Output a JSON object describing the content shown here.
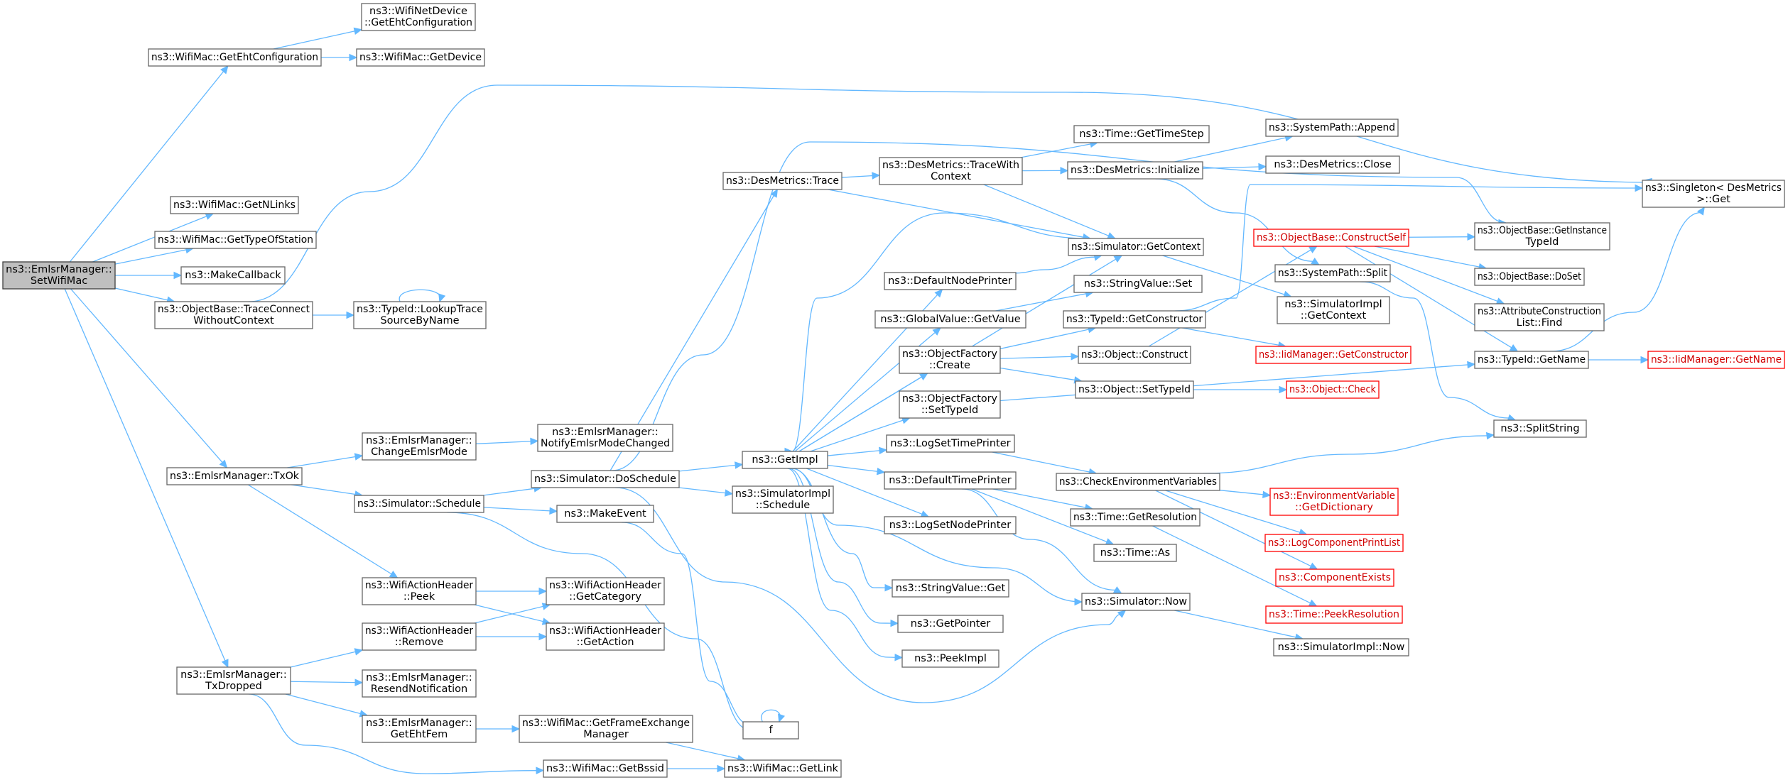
{
  "graph": {
    "nodes": [
      {
        "id": "n0",
        "label": [
          "ns3::EmlsrManager::",
          "SetWifiMac"
        ],
        "style": "root"
      },
      {
        "id": "n1",
        "label": [
          "ns3::WifiMac::GetEhtConfiguration"
        ]
      },
      {
        "id": "n2",
        "label": [
          "ns3::WifiNetDevice",
          "::GetEhtConfiguration"
        ]
      },
      {
        "id": "n3",
        "label": [
          "ns3::WifiMac::GetDevice"
        ]
      },
      {
        "id": "n4",
        "label": [
          "ns3::WifiMac::GetNLinks"
        ]
      },
      {
        "id": "n5",
        "label": [
          "ns3::WifiMac::GetTypeOfStation"
        ]
      },
      {
        "id": "n6",
        "label": [
          "ns3::MakeCallback"
        ]
      },
      {
        "id": "n7",
        "label": [
          "ns3::ObjectBase::TraceConnect",
          "WithoutContext"
        ]
      },
      {
        "id": "n8",
        "label": [
          "ns3::TypeId::LookupTrace",
          "SourceByName"
        ]
      },
      {
        "id": "n9",
        "label": [
          "ns3::EmlsrManager::TxOk"
        ]
      },
      {
        "id": "n10",
        "label": [
          "ns3::EmlsrManager::",
          "TxDropped"
        ]
      },
      {
        "id": "n11",
        "label": [
          "ns3::EmlsrManager::",
          "ChangeEmlsrMode"
        ]
      },
      {
        "id": "n12",
        "label": [
          "ns3::EmlsrManager::",
          "NotifyEmlsrModeChanged"
        ]
      },
      {
        "id": "n13",
        "label": [
          "ns3::Simulator::Schedule"
        ]
      },
      {
        "id": "n14",
        "label": [
          "ns3::Simulator::DoSchedule"
        ]
      },
      {
        "id": "n15",
        "label": [
          "ns3::MakeEvent"
        ]
      },
      {
        "id": "n16",
        "label": [
          "ns3::WifiActionHeader",
          "::Peek"
        ]
      },
      {
        "id": "n17",
        "label": [
          "ns3::WifiActionHeader",
          "::Remove"
        ]
      },
      {
        "id": "n18",
        "label": [
          "ns3::WifiActionHeader",
          "::GetCategory"
        ]
      },
      {
        "id": "n19",
        "label": [
          "ns3::WifiActionHeader",
          "::GetAction"
        ]
      },
      {
        "id": "n20",
        "label": [
          "ns3::EmlsrManager::",
          "ResendNotification"
        ]
      },
      {
        "id": "n21",
        "label": [
          "ns3::EmlsrManager::",
          "GetEhtFem"
        ]
      },
      {
        "id": "n22",
        "label": [
          "ns3::WifiMac::GetFrameExchange",
          "Manager"
        ]
      },
      {
        "id": "n23",
        "label": [
          "ns3::WifiMac::GetBssid"
        ]
      },
      {
        "id": "n24",
        "label": [
          "ns3::WifiMac::GetLink"
        ]
      },
      {
        "id": "n25",
        "label": [
          "f"
        ]
      },
      {
        "id": "n26",
        "label": [
          "ns3::GetImpl"
        ]
      },
      {
        "id": "n27",
        "label": [
          "ns3::SimulatorImpl",
          "::Schedule"
        ]
      },
      {
        "id": "n28",
        "label": [
          "ns3::DesMetrics::Trace"
        ]
      },
      {
        "id": "n29",
        "label": [
          "ns3::DesMetrics::TraceWith",
          "Context"
        ]
      },
      {
        "id": "n30",
        "label": [
          "ns3::Time::GetTimeStep"
        ]
      },
      {
        "id": "n31",
        "label": [
          "ns3::DesMetrics::Initialize"
        ]
      },
      {
        "id": "n32",
        "label": [
          "ns3::SystemPath::Append"
        ]
      },
      {
        "id": "n33",
        "label": [
          "ns3::DesMetrics::Close"
        ]
      },
      {
        "id": "n34",
        "label": [
          "ns3::Simulator::GetContext"
        ]
      },
      {
        "id": "n35",
        "label": [
          "ns3::SystemPath::Split"
        ]
      },
      {
        "id": "n36",
        "label": [
          "ns3::SimulatorImpl",
          "::GetContext"
        ]
      },
      {
        "id": "n37",
        "label": [
          "ns3::DefaultNodePrinter"
        ]
      },
      {
        "id": "n38",
        "label": [
          "ns3::GlobalValue::GetValue"
        ]
      },
      {
        "id": "n39",
        "label": [
          "ns3::StringValue::Set"
        ]
      },
      {
        "id": "n40",
        "label": [
          "ns3::ObjectFactory",
          "::Create"
        ]
      },
      {
        "id": "n41",
        "label": [
          "ns3::TypeId::GetConstructor"
        ]
      },
      {
        "id": "n42",
        "label": [
          "ns3::Object::Construct"
        ]
      },
      {
        "id": "n43",
        "label": [
          "ns3::Object::SetTypeId"
        ]
      },
      {
        "id": "n44",
        "label": [
          "ns3::ObjectFactory",
          "::SetTypeId"
        ]
      },
      {
        "id": "n45",
        "label": [
          "ns3::LogSetTimePrinter"
        ]
      },
      {
        "id": "n46",
        "label": [
          "ns3::DefaultTimePrinter"
        ]
      },
      {
        "id": "n47",
        "label": [
          "ns3::LogSetNodePrinter"
        ]
      },
      {
        "id": "n48",
        "label": [
          "ns3::StringValue::Get"
        ]
      },
      {
        "id": "n49",
        "label": [
          "ns3::GetPointer"
        ]
      },
      {
        "id": "n50",
        "label": [
          "ns3::PeekImpl"
        ]
      },
      {
        "id": "n51",
        "label": [
          "ns3::CheckEnvironmentVariables"
        ]
      },
      {
        "id": "n52",
        "label": [
          "ns3::Time::GetResolution"
        ]
      },
      {
        "id": "n53",
        "label": [
          "ns3::Time::As"
        ]
      },
      {
        "id": "n54",
        "label": [
          "ns3::Simulator::Now"
        ]
      },
      {
        "id": "n55",
        "label": [
          "ns3::SimulatorImpl::Now"
        ]
      },
      {
        "id": "n56",
        "label": [
          "ns3::ObjectBase::ConstructSelf"
        ],
        "style": "red"
      },
      {
        "id": "n57",
        "label": [
          "ns3::IidManager::GetConstructor"
        ],
        "style": "red"
      },
      {
        "id": "n58",
        "label": [
          "ns3::Object::Check"
        ],
        "style": "red"
      },
      {
        "id": "n59",
        "label": [
          "ns3::EnvironmentVariable",
          "::GetDictionary"
        ],
        "style": "red"
      },
      {
        "id": "n60",
        "label": [
          "ns3::LogComponentPrintList"
        ],
        "style": "red"
      },
      {
        "id": "n61",
        "label": [
          "ns3::ComponentExists"
        ],
        "style": "red"
      },
      {
        "id": "n62",
        "label": [
          "ns3::Time::PeekResolution"
        ],
        "style": "red"
      },
      {
        "id": "n63",
        "label": [
          "ns3::ObjectBase::GetInstance",
          "TypeId"
        ]
      },
      {
        "id": "n64",
        "label": [
          "ns3::ObjectBase::DoSet"
        ]
      },
      {
        "id": "n65",
        "label": [
          "ns3::AttributeConstruction",
          "List::Find"
        ]
      },
      {
        "id": "n66",
        "label": [
          "ns3::TypeId::GetName"
        ]
      },
      {
        "id": "n67",
        "label": [
          "ns3::IidManager::GetName"
        ],
        "style": "red"
      },
      {
        "id": "n68",
        "label": [
          "ns3::Singleton< DesMetrics",
          " >::Get"
        ]
      },
      {
        "id": "n69",
        "label": [
          "ns3::SplitString"
        ]
      }
    ],
    "edges": [
      [
        "n0",
        "n1"
      ],
      [
        "n0",
        "n4"
      ],
      [
        "n0",
        "n5"
      ],
      [
        "n0",
        "n6"
      ],
      [
        "n0",
        "n7"
      ],
      [
        "n0",
        "n9"
      ],
      [
        "n0",
        "n10"
      ],
      [
        "n1",
        "n2"
      ],
      [
        "n1",
        "n3"
      ],
      [
        "n7",
        "n8"
      ],
      [
        "n7",
        "n68"
      ],
      [
        "n8",
        "n8"
      ],
      [
        "n9",
        "n11"
      ],
      [
        "n9",
        "n13"
      ],
      [
        "n9",
        "n16"
      ],
      [
        "n10",
        "n17"
      ],
      [
        "n10",
        "n20"
      ],
      [
        "n10",
        "n21"
      ],
      [
        "n10",
        "n23"
      ],
      [
        "n11",
        "n12"
      ],
      [
        "n13",
        "n14"
      ],
      [
        "n13",
        "n15"
      ],
      [
        "n13",
        "n25"
      ],
      [
        "n14",
        "n26"
      ],
      [
        "n14",
        "n27"
      ],
      [
        "n14",
        "n28"
      ],
      [
        "n14",
        "n54"
      ],
      [
        "n14",
        "n63"
      ],
      [
        "n15",
        "n25"
      ],
      [
        "n25",
        "n25"
      ],
      [
        "n16",
        "n18"
      ],
      [
        "n16",
        "n19"
      ],
      [
        "n17",
        "n18"
      ],
      [
        "n17",
        "n19"
      ],
      [
        "n21",
        "n22"
      ],
      [
        "n22",
        "n24"
      ],
      [
        "n23",
        "n24"
      ],
      [
        "n26",
        "n34"
      ],
      [
        "n26",
        "n37"
      ],
      [
        "n26",
        "n38"
      ],
      [
        "n26",
        "n40"
      ],
      [
        "n26",
        "n44"
      ],
      [
        "n26",
        "n45"
      ],
      [
        "n26",
        "n46"
      ],
      [
        "n26",
        "n47"
      ],
      [
        "n26",
        "n48"
      ],
      [
        "n26",
        "n49"
      ],
      [
        "n26",
        "n50"
      ],
      [
        "n26",
        "n54"
      ],
      [
        "n28",
        "n29"
      ],
      [
        "n28",
        "n34"
      ],
      [
        "n29",
        "n30"
      ],
      [
        "n29",
        "n31"
      ],
      [
        "n29",
        "n34"
      ],
      [
        "n31",
        "n32"
      ],
      [
        "n31",
        "n33"
      ],
      [
        "n31",
        "n35"
      ],
      [
        "n34",
        "n36"
      ],
      [
        "n34",
        "n26"
      ],
      [
        "n35",
        "n69"
      ],
      [
        "n37",
        "n34"
      ],
      [
        "n38",
        "n39"
      ],
      [
        "n40",
        "n41"
      ],
      [
        "n40",
        "n42"
      ],
      [
        "n40",
        "n43"
      ],
      [
        "n41",
        "n57"
      ],
      [
        "n41",
        "n68"
      ],
      [
        "n42",
        "n56"
      ],
      [
        "n43",
        "n58"
      ],
      [
        "n44",
        "n66"
      ],
      [
        "n45",
        "n51"
      ],
      [
        "n46",
        "n52"
      ],
      [
        "n46",
        "n53"
      ],
      [
        "n46",
        "n54"
      ],
      [
        "n51",
        "n59"
      ],
      [
        "n51",
        "n60"
      ],
      [
        "n51",
        "n61"
      ],
      [
        "n51",
        "n69"
      ],
      [
        "n52",
        "n62"
      ],
      [
        "n54",
        "n55"
      ],
      [
        "n56",
        "n63"
      ],
      [
        "n56",
        "n64"
      ],
      [
        "n56",
        "n65"
      ],
      [
        "n56",
        "n66"
      ],
      [
        "n66",
        "n67"
      ],
      [
        "n66",
        "n68"
      ]
    ]
  }
}
